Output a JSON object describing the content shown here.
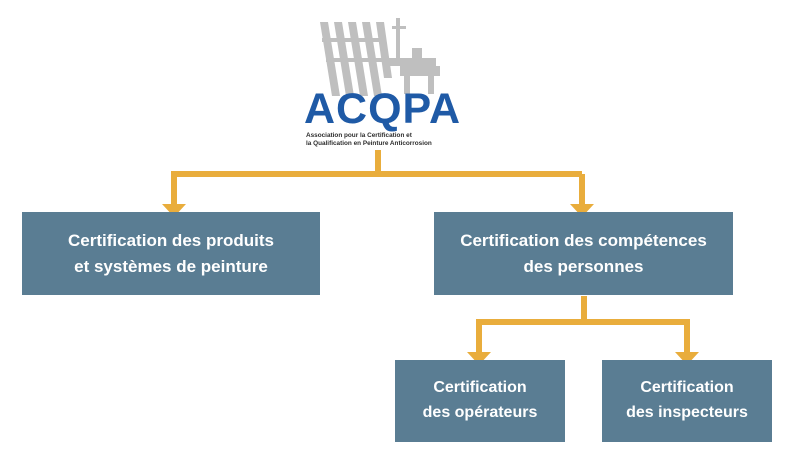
{
  "logo": {
    "wordmark": "ACQPA",
    "tagline_line1": "Association pour la Certification et",
    "tagline_line2": "la Qualification en Peinture Anticorrosion"
  },
  "boxes": {
    "produits": {
      "line1": "Certification des produits",
      "line2": "et systèmes de peinture"
    },
    "personnes": {
      "line1": "Certification des compétences",
      "line2": "des personnes"
    },
    "operateurs": {
      "line1": "Certification",
      "line2": "des opérateurs"
    },
    "inspecteurs": {
      "line1": "Certification",
      "line2": "des inspecteurs"
    }
  },
  "colors": {
    "connector": "#e9ad3c",
    "box_fill": "#5a7d93",
    "logo_blue": "#1f5aa6",
    "logo_grey": "#bfbfbf"
  }
}
